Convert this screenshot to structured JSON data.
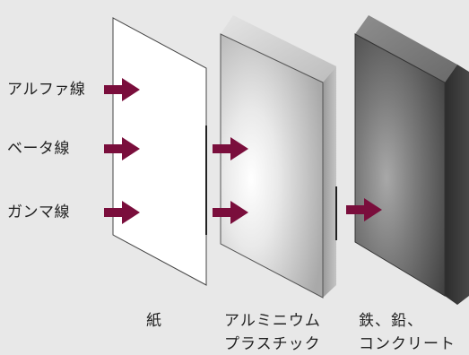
{
  "rays": [
    {
      "label": "アルファ線"
    },
    {
      "label": "ベータ線"
    },
    {
      "label": "ガンマ線"
    }
  ],
  "materials": [
    {
      "line1": "紙",
      "line2": ""
    },
    {
      "line1": "アルミニウム",
      "line2": "プラスチック"
    },
    {
      "line1": "鉄、鉛、",
      "line2": "コンクリート"
    }
  ],
  "colors": {
    "arrow": "#7a0e3c",
    "background": "#e8e8e8",
    "paper": "#ffffff",
    "aluminum_face": "#d0d0d0",
    "iron_face": "#5a5a5a"
  }
}
